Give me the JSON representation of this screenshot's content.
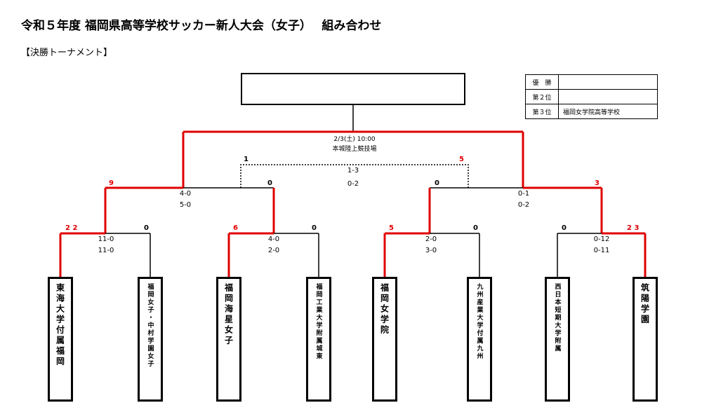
{
  "header": {
    "title": "令和５年度 福岡県高等学校サッカー新人大会（女子）　 組み合わせ",
    "section": "【決勝トーナメント】"
  },
  "final": {
    "date": "2/3(土) 10:00",
    "venue": "本城陸上競技場",
    "score1": "1-3",
    "score2": "0-2",
    "seed_left": "1",
    "seed_right": "5"
  },
  "results": [
    {
      "label": "優　勝",
      "value": ""
    },
    {
      "label": "第２位",
      "value": ""
    },
    {
      "label": "第３位",
      "value": "福岡女学院高等学校"
    }
  ],
  "semis": [
    {
      "seed_left": "9",
      "seed_right": "0",
      "score1": "4-0",
      "score2": "5-0"
    },
    {
      "seed_left": "0",
      "seed_right": "3",
      "score1": "0-1",
      "score2": "0-2"
    }
  ],
  "quarters": [
    {
      "seed_left": "2 2",
      "seed_right": "0",
      "score1": "11-0",
      "score2": "11-0"
    },
    {
      "seed_left": "6",
      "seed_right": "0",
      "score1": "4-0",
      "score2": "2-0"
    },
    {
      "seed_left": "5",
      "seed_right": "0",
      "score1": "2-0",
      "score2": "3-0"
    },
    {
      "seed_left": "0",
      "seed_right": "2 3",
      "score1": "0-12",
      "score2": "0-11"
    }
  ],
  "teams": [
    "東海大学付属福岡",
    "福岡女子・中村学園女子",
    "福岡海星女子",
    "福岡工業大学附属城東",
    "福岡女学院",
    "九州産業大学付属九州",
    "西日本短期大学附属",
    "筑陽学園"
  ],
  "colors": {
    "winner_line": "#e00000",
    "line": "#000000"
  }
}
